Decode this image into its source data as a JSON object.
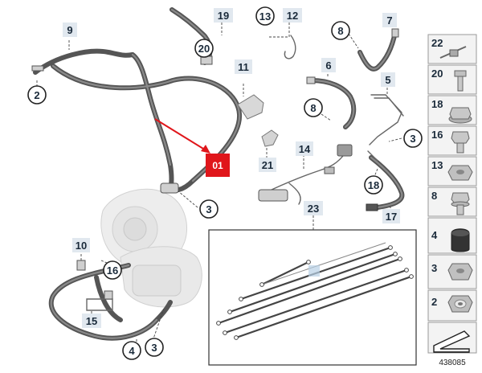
{
  "callouts": {
    "c9": "9",
    "c19": "19",
    "c13": "13",
    "c12": "12",
    "c7": "7",
    "c8a": "8",
    "c20": "20",
    "c11": "11",
    "c6": "6",
    "c5": "5",
    "c2": "2",
    "c8b": "8",
    "c3a": "3",
    "c21": "21",
    "c14": "14",
    "c18": "18",
    "c17": "17",
    "c3b": "3",
    "c23": "23",
    "c10": "10",
    "c16": "16",
    "c15": "15",
    "c4": "4",
    "c3c": "3"
  },
  "highlight_badge": "01",
  "side_panel": {
    "items": [
      "22",
      "20",
      "18",
      "16",
      "13",
      "8",
      "4",
      "3",
      "2"
    ]
  },
  "reference_number": "438085",
  "colors": {
    "highlight": "#e0161b",
    "arrow": "#e0161b",
    "callout_fill": "#e1e8ef"
  }
}
